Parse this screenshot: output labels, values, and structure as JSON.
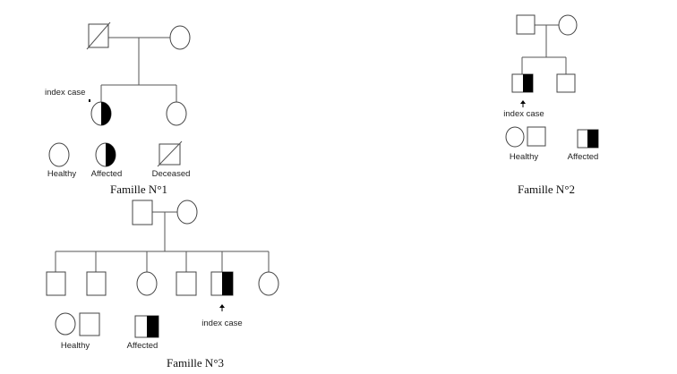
{
  "families": [
    {
      "caption": "Famille N°1",
      "index_label": "index case",
      "legend": {
        "healthy": "Healthy",
        "affected": "Affected",
        "deceased": "Deceased"
      }
    },
    {
      "caption": "Famille N°2",
      "index_label": "index case",
      "legend": {
        "healthy": "Healthy",
        "affected": "Affected"
      }
    },
    {
      "caption": "Famille N°3",
      "index_label": "index case",
      "legend": {
        "healthy": "Healthy",
        "affected": "Affected"
      }
    }
  ]
}
